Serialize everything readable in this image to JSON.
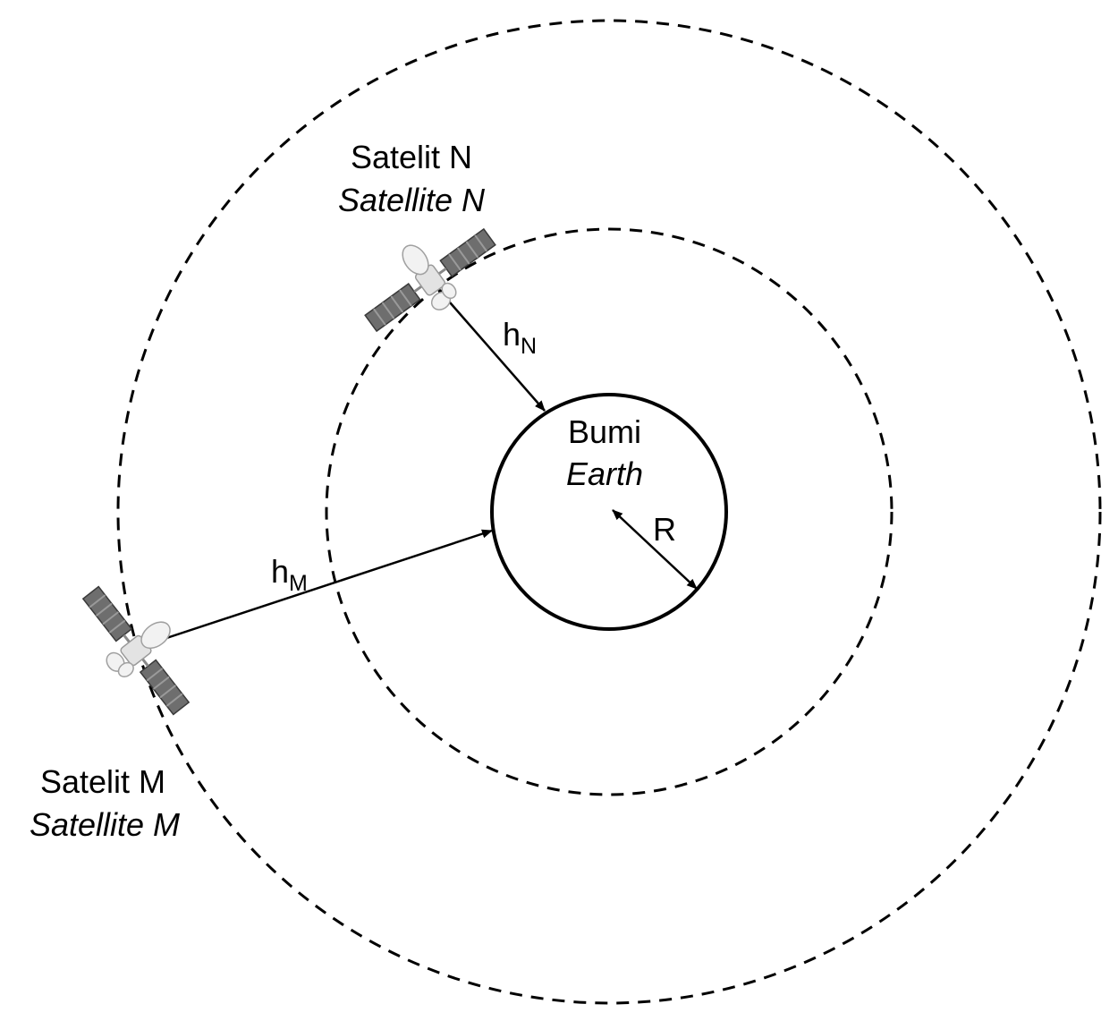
{
  "diagram": {
    "earth": {
      "label": "Bumi",
      "label_en": "Earth",
      "radius_label": "R"
    },
    "satellite_n": {
      "label": "Satelit N",
      "label_en": "Satellite N",
      "height_symbol": "h",
      "height_subscript": "N"
    },
    "satellite_m": {
      "label": "Satelit M",
      "label_en": "Satellite M",
      "height_symbol": "h",
      "height_subscript": "M"
    }
  },
  "colors": {
    "ink": "#000000",
    "panel": "#6e6e6e",
    "satellite_body": "#e3e3e3"
  },
  "icons": [
    "satellite-icon"
  ]
}
